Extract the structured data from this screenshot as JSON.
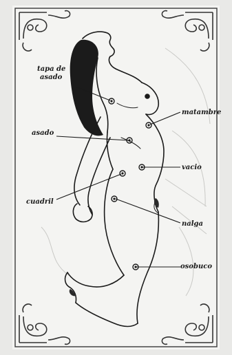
{
  "colors": {
    "paper": "#f4f4f2",
    "ink": "#1a1a1a",
    "border": "#444444",
    "background": "#e9e9e7"
  },
  "labels": {
    "tapa_de_asado_line1": "tapa de",
    "tapa_de_asado_line2": "asado",
    "asado": "asado",
    "cuadril": "cuadril",
    "matambre": "matambre",
    "vacio": "vacio",
    "nalga": "nalga",
    "osobuco": "osobuco"
  },
  "icons": [
    "corner-flourish-icon"
  ]
}
